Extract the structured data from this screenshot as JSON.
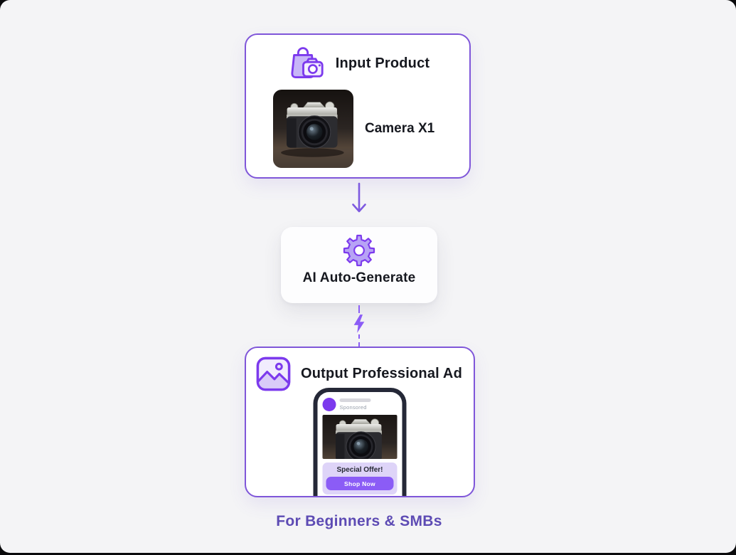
{
  "page": {
    "background_color": "#f4f4f6",
    "outer_background_color": "#0a0a0c"
  },
  "colors": {
    "accent_purple": "#7c3aed",
    "accent_purple_soft": "#a78bfa",
    "card_border_purple": "#7f56d9",
    "connector_purple": "#8b5cf6",
    "cta_button_purple": "#8b5cf6",
    "offer_panel_lavender": "#ded4f8",
    "footer_text_purple": "#5d4bb4",
    "title_text": "#16181f"
  },
  "input_card": {
    "icon": "shopping-bag-camera-icon",
    "title": "Input Product",
    "product_name": "Camera X1",
    "product_image": "silver-camera-photo"
  },
  "process_step": {
    "icon": "gear-icon",
    "title": "AI Auto-Generate"
  },
  "connectors": {
    "top": "arrow-down-icon",
    "bottom": "lightning-bolt-icon-on-dashed-line"
  },
  "output_card": {
    "icon": "image-icon",
    "title": "Output Professional Ad",
    "ad_preview": {
      "avatar": "advertiser-avatar-circle",
      "sponsored_label": "Sponsored",
      "ad_image": "silver-camera-photo",
      "offer_text": "Special Offer!",
      "cta_label": "Shop Now"
    }
  },
  "footer": {
    "caption": "For Beginners & SMBs"
  }
}
